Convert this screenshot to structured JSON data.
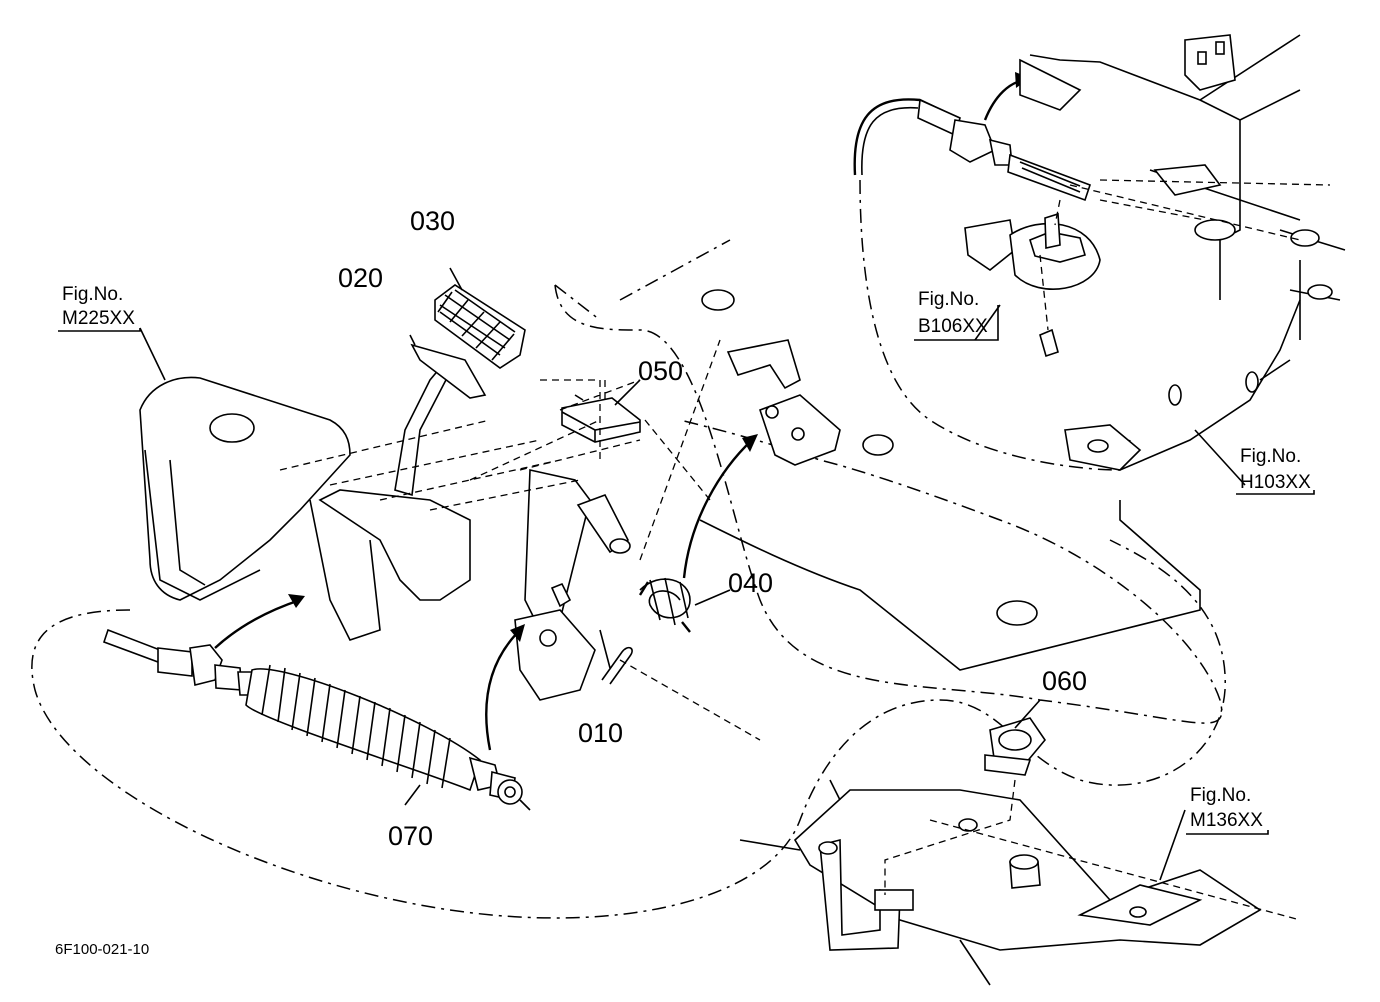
{
  "diagram_code": "6F100-021-10",
  "part_callouts": [
    {
      "id": "p010",
      "label": "010"
    },
    {
      "id": "p020",
      "label": "020"
    },
    {
      "id": "p030",
      "label": "030"
    },
    {
      "id": "p040",
      "label": "040"
    },
    {
      "id": "p050",
      "label": "050"
    },
    {
      "id": "p060",
      "label": "060"
    },
    {
      "id": "p070",
      "label": "070"
    }
  ],
  "figure_refs": [
    {
      "id": "m225",
      "title": "Fig.No.",
      "code": "M225XX"
    },
    {
      "id": "b106",
      "title": "Fig.No.",
      "code": "B106XX"
    },
    {
      "id": "h103",
      "title": "Fig.No.",
      "code": "H103XX"
    },
    {
      "id": "m136",
      "title": "Fig.No.",
      "code": "M136XX"
    }
  ]
}
